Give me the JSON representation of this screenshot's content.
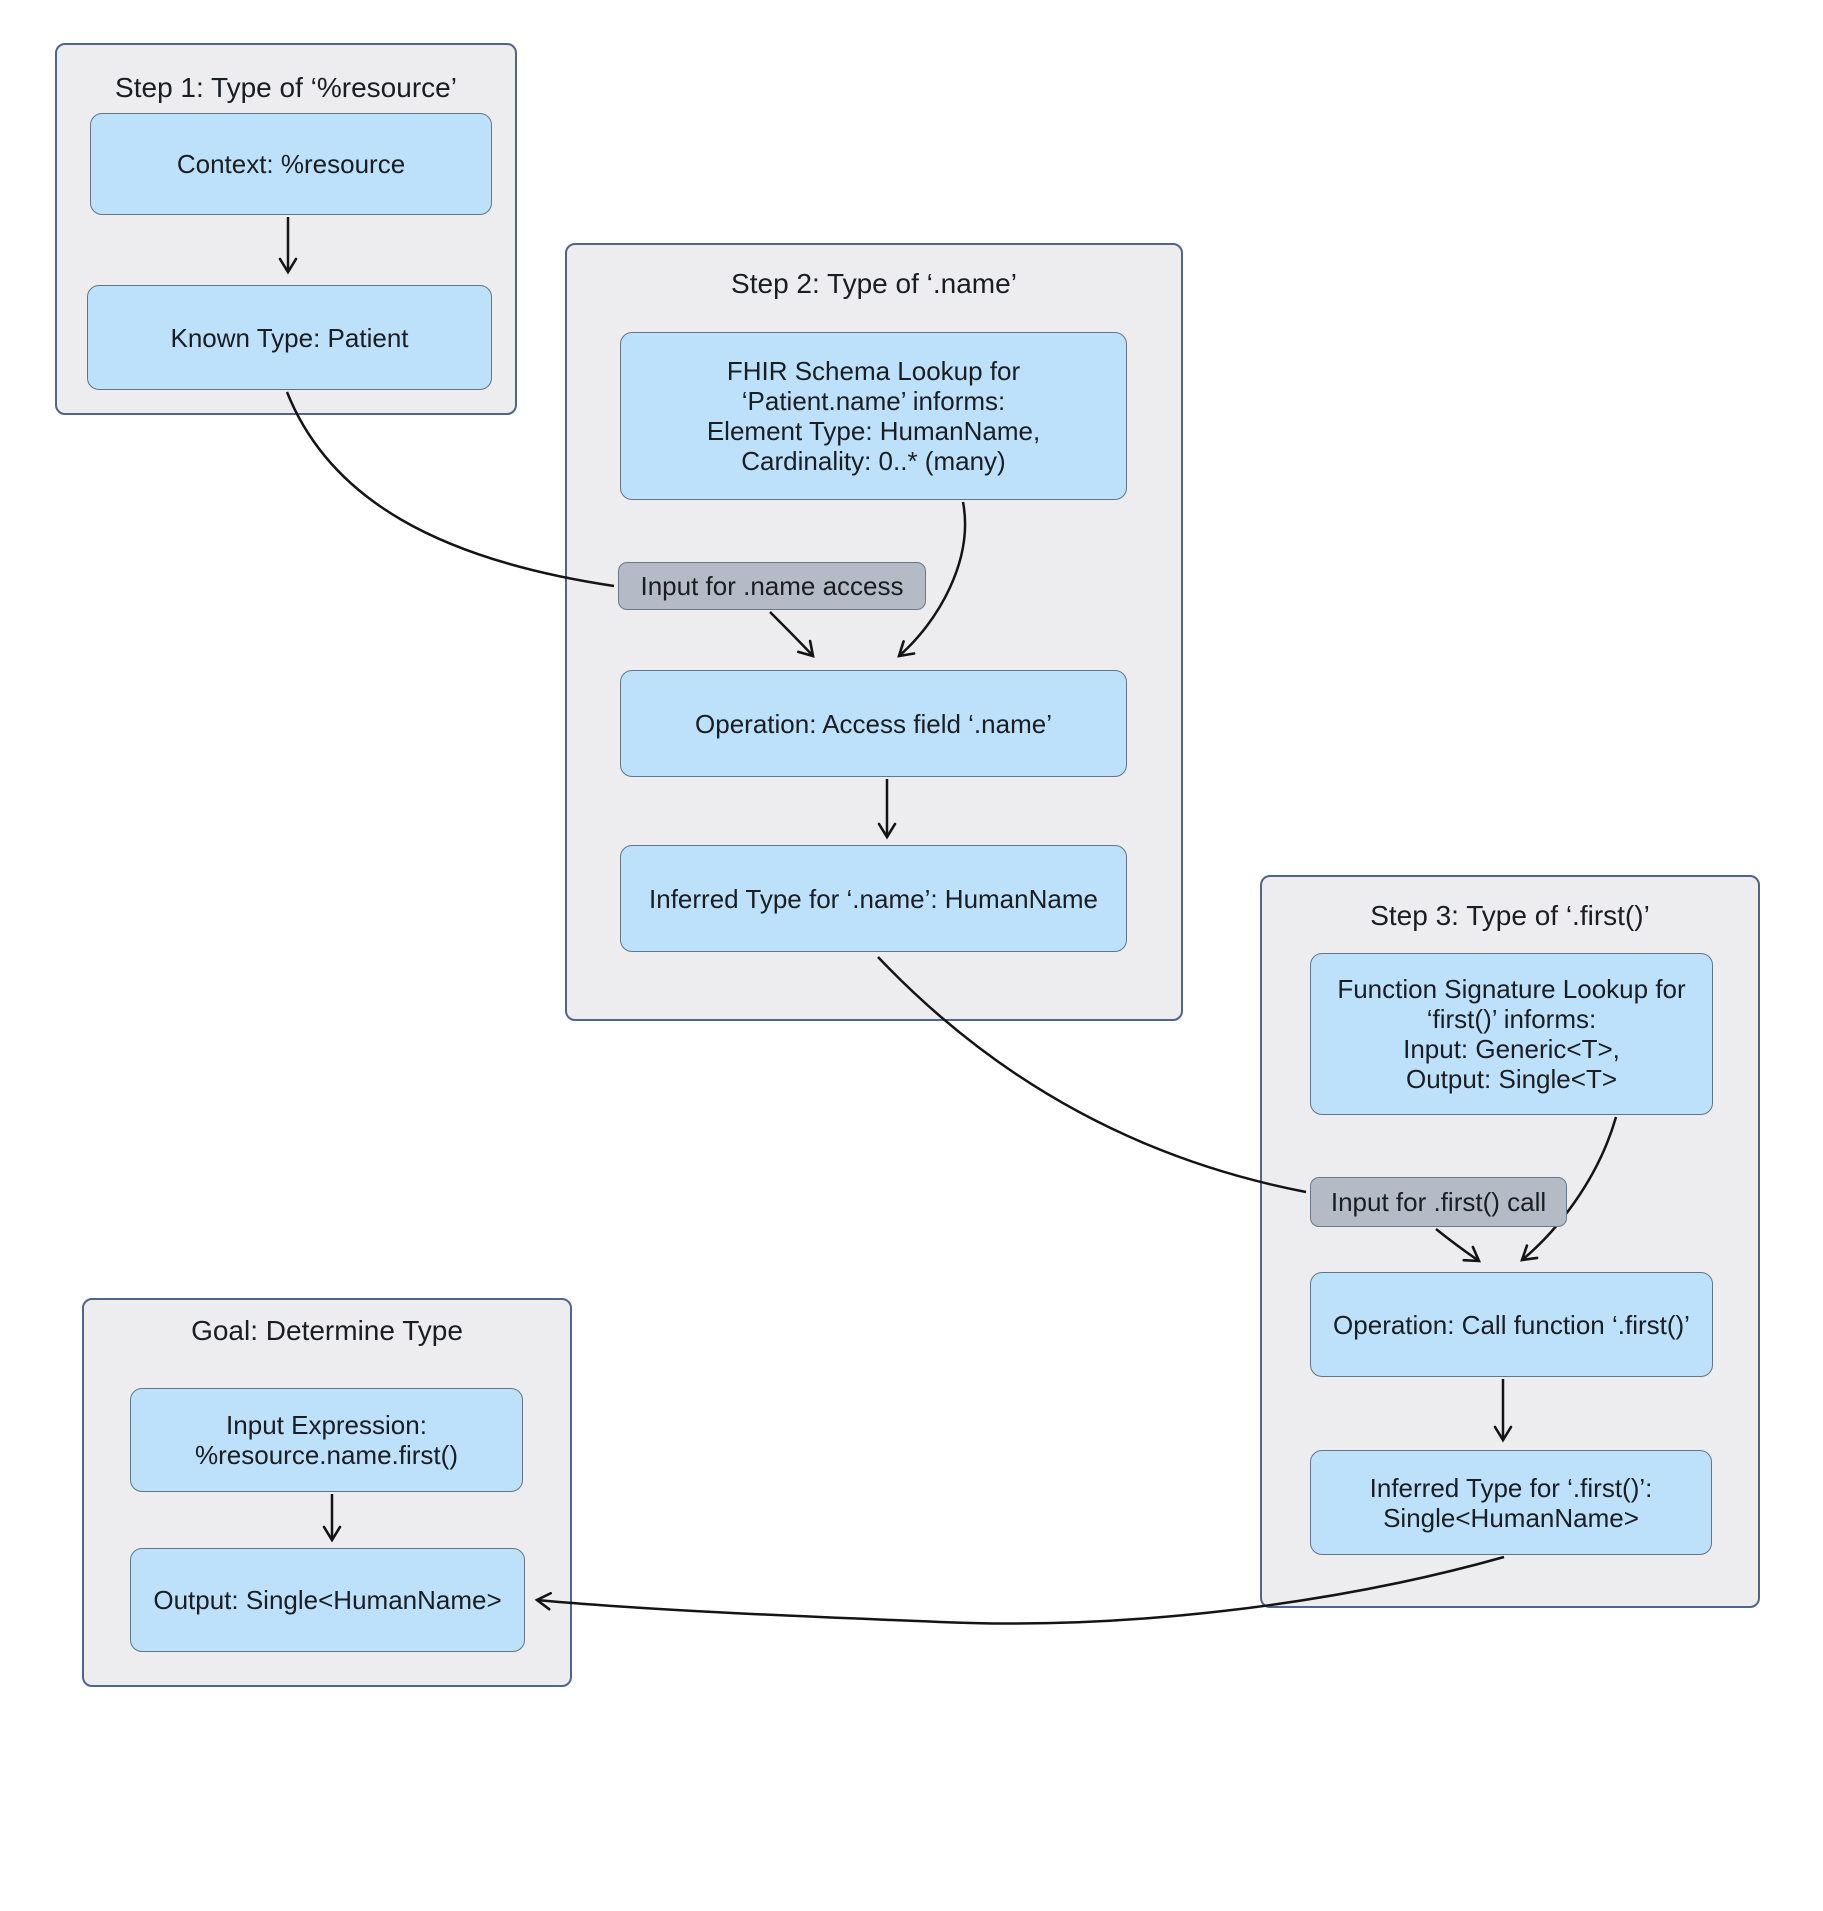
{
  "diagram": {
    "clusters": {
      "step1": {
        "title": "Step 1: Type of ‘%resource’"
      },
      "step2": {
        "title": "Step 2: Type of ‘.name’"
      },
      "step3": {
        "title": "Step 3: Type of ‘.first()’"
      },
      "goal": {
        "title": "Goal: Determine Type"
      }
    },
    "nodes": {
      "context": {
        "label": "Context: %resource"
      },
      "known_type": {
        "label": "Known Type: Patient"
      },
      "fhir_lookup": {
        "label": "FHIR Schema Lookup for\n‘Patient.name’ informs:\nElement Type: HumanName,\nCardinality: 0..* (many)"
      },
      "op_name": {
        "label": "Operation: Access field ‘.name’"
      },
      "inferred_name": {
        "label": "Inferred Type for ‘.name’: HumanName"
      },
      "func_lookup": {
        "label": "Function Signature Lookup for\n‘first()’ informs:\nInput: Generic<T>,\nOutput: Single<T>"
      },
      "op_first": {
        "label": "Operation: Call function ‘.first()’"
      },
      "inferred_first": {
        "label": "Inferred Type for ‘.first()’:\nSingle<HumanName>"
      },
      "input_expr": {
        "label": "Input Expression:\n%resource.name.first()"
      },
      "output": {
        "label": "Output: Single<HumanName>"
      }
    },
    "edge_labels": {
      "name_access": {
        "label": "Input for .name access"
      },
      "first_call": {
        "label": "Input for .first() call"
      }
    },
    "colors": {
      "node_fill": "#bee1fb",
      "node_border": "#647486",
      "cluster_fill": "#edecee",
      "cluster_border": "#51648a",
      "edge_label_fill": "#b4bbc6",
      "edge_label_border": "#6b7889",
      "edge": "#141414",
      "text": "#1a1d21",
      "background": "#ffffff"
    }
  }
}
